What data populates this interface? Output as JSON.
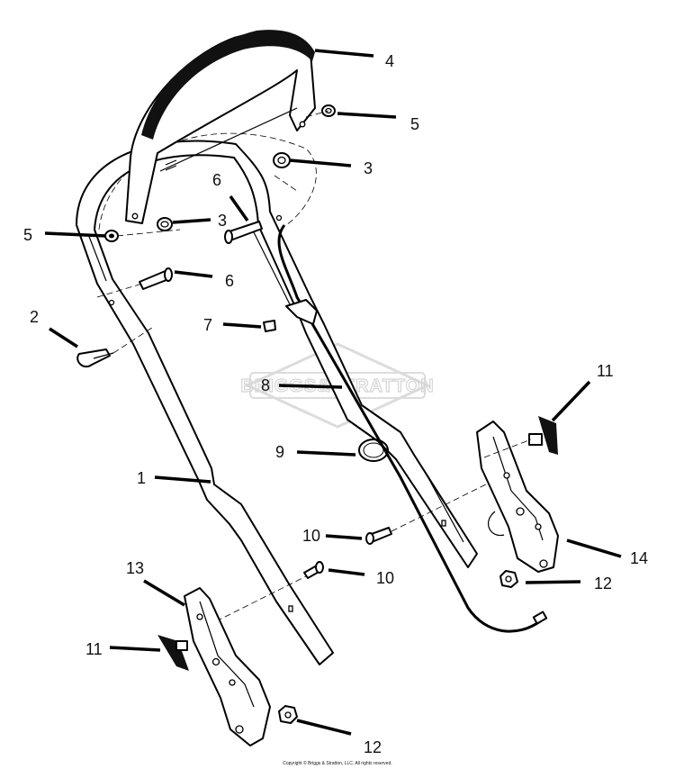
{
  "watermark": {
    "text": "BRIGGS&STRATTON"
  },
  "copyright": "Copyright © Briggs & Stratton, LLC. All rights reserved.",
  "callouts": [
    {
      "id": "c4",
      "label": "4"
    },
    {
      "id": "c5a",
      "label": "5"
    },
    {
      "id": "c3a",
      "label": "3"
    },
    {
      "id": "c6a",
      "label": "6"
    },
    {
      "id": "c5b",
      "label": "5"
    },
    {
      "id": "c3b",
      "label": "3"
    },
    {
      "id": "c6b",
      "label": "6"
    },
    {
      "id": "c2",
      "label": "2"
    },
    {
      "id": "c7",
      "label": "7"
    },
    {
      "id": "c8",
      "label": "8"
    },
    {
      "id": "c11a",
      "label": "11"
    },
    {
      "id": "c9",
      "label": "9"
    },
    {
      "id": "c1",
      "label": "1"
    },
    {
      "id": "c10a",
      "label": "10"
    },
    {
      "id": "c14",
      "label": "14"
    },
    {
      "id": "c13",
      "label": "13"
    },
    {
      "id": "c10b",
      "label": "10"
    },
    {
      "id": "c12a",
      "label": "12"
    },
    {
      "id": "c11b",
      "label": "11"
    },
    {
      "id": "c12b",
      "label": "12"
    }
  ]
}
